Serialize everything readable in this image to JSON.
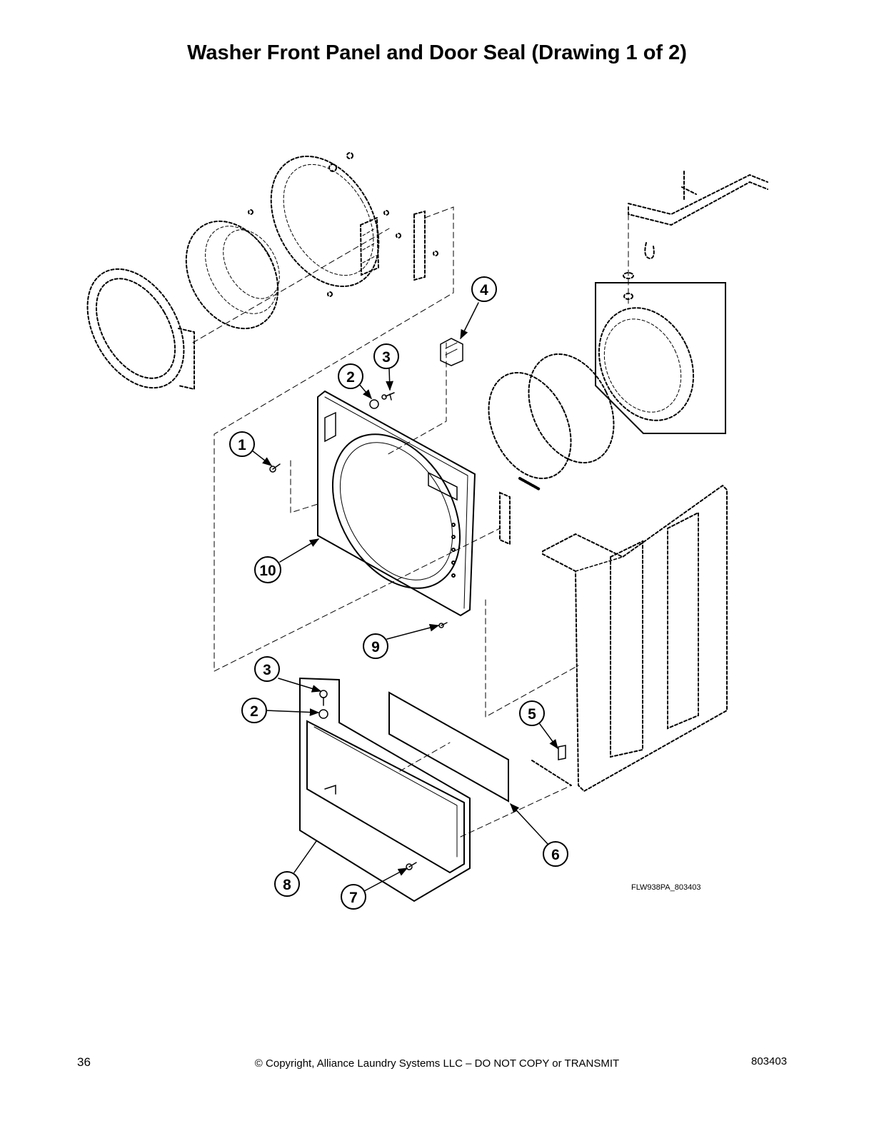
{
  "page": {
    "title": "Washer Front Panel and Door Seal (Drawing 1 of 2)",
    "page_number": "36",
    "copyright": "© Copyright, Alliance Laundry Systems LLC – DO NOT COPY or TRANSMIT",
    "document_number": "803403"
  },
  "drawing": {
    "code": "FLW938PA_803403",
    "callouts": [
      "1",
      "2",
      "3",
      "4",
      "5",
      "6",
      "7",
      "8",
      "9",
      "10",
      "3",
      "2"
    ]
  },
  "colors": {
    "ink": "#000000",
    "paper": "#ffffff"
  }
}
